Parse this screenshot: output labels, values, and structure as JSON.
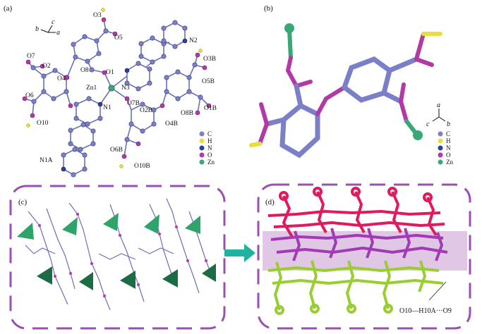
{
  "panels": {
    "a": {
      "tag": "(a)",
      "axes": {
        "b": "b",
        "c": "c",
        "a": "a"
      },
      "atom_labels": [
        "O3",
        "O5",
        "N2",
        "O3B",
        "O7",
        "O2",
        "O8",
        "O1",
        "O4",
        "O5B",
        "Zn1",
        "N3",
        "O6",
        "O7B",
        "O1B",
        "O8B",
        "N1",
        "O2B",
        "O10",
        "O4B",
        "O6B",
        "N1A",
        "O10B"
      ],
      "legend": [
        {
          "label": "C",
          "color": "#7a7fc8"
        },
        {
          "label": "H",
          "color": "#e8e03a"
        },
        {
          "label": "N",
          "color": "#2a3fa0"
        },
        {
          "label": "O",
          "color": "#b23aa6"
        },
        {
          "label": "Zn",
          "color": "#3aa876"
        }
      ]
    },
    "b": {
      "tag": "(b)",
      "axes": {
        "a": "a",
        "c": "c",
        "b": "b"
      },
      "legend": [
        {
          "label": "C",
          "color": "#7a7fc8"
        },
        {
          "label": "H",
          "color": "#e8e03a"
        },
        {
          "label": "N",
          "color": "#2a3fa0"
        },
        {
          "label": "O",
          "color": "#b23aa6"
        },
        {
          "label": "Zn",
          "color": "#3aa876"
        }
      ]
    },
    "c": {
      "tag": "(c)"
    },
    "d": {
      "tag": "(d)",
      "hbond_label": "O10—H10A···O9"
    }
  },
  "colors": {
    "frame": "#9b4fb0",
    "arrow": "#1fb2a0",
    "layer_top": "#e01a5c",
    "layer_mid": "#a23ab5",
    "layer_bottom": "#9acd32",
    "band": "#d4b4dc"
  }
}
